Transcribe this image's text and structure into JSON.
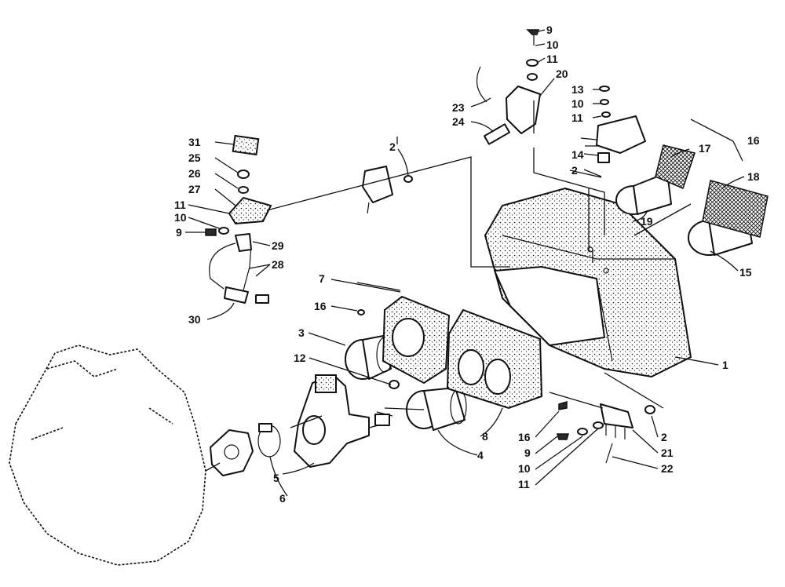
{
  "diagram": {
    "colors": {
      "ink": "#111111",
      "paper": "#ffffff"
    },
    "callouts": [
      "1",
      "2",
      "3",
      "4",
      "5",
      "6",
      "7",
      "8",
      "9",
      "10",
      "11",
      "12",
      "13",
      "14",
      "15",
      "16",
      "17",
      "18",
      "19",
      "20",
      "21",
      "22",
      "23",
      "24",
      "25",
      "26",
      "27",
      "28",
      "29",
      "30",
      "31"
    ],
    "labels": {
      "c1": "1",
      "c2_top": "2",
      "c2_mid": "2",
      "c2_right": "2",
      "c3": "3",
      "c4": "4",
      "c5": "5",
      "c6": "6",
      "c7": "7",
      "c8": "8",
      "c9_top": "9",
      "c9_left": "9",
      "c9_bottom": "9",
      "c10_top": "10",
      "c10_mid": "10",
      "c10_left": "10",
      "c10_bottom": "10",
      "c11_top": "11",
      "c11_mid": "11",
      "c11_left": "11",
      "c11_bottom": "11",
      "c12": "12",
      "c13": "13",
      "c14": "14",
      "c15": "15",
      "c16_right": "16",
      "c16_left": "16",
      "c16_bottom": "16",
      "c17": "17",
      "c18": "18",
      "c19": "19",
      "c20": "20",
      "c21": "21",
      "c22": "22",
      "c23": "23",
      "c24": "24",
      "c25": "25",
      "c26": "26",
      "c27": "27",
      "c28": "28",
      "c29": "29",
      "c30": "30",
      "c31": "31"
    }
  }
}
